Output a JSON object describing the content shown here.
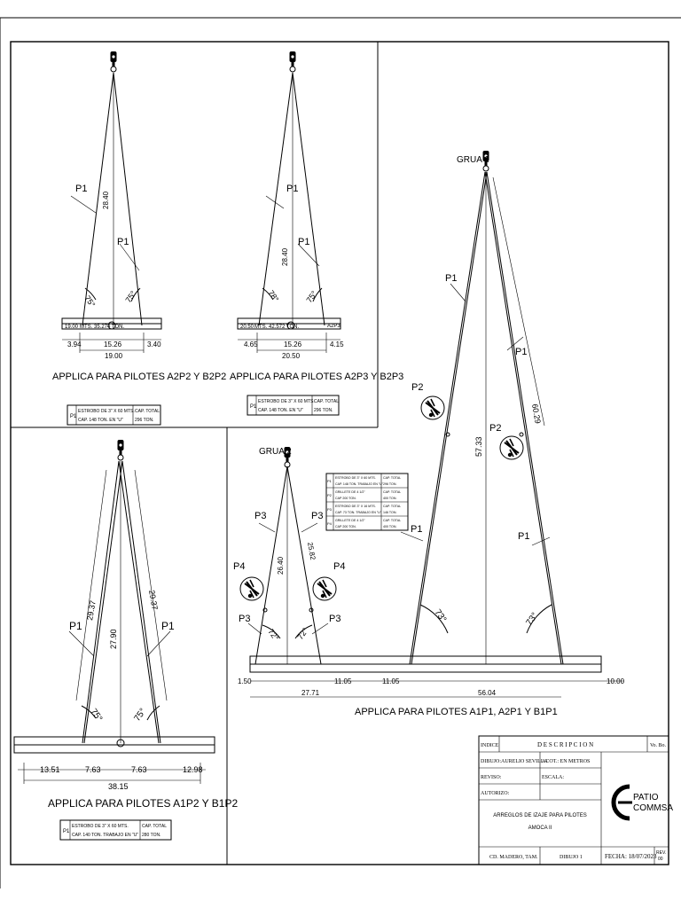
{
  "p1": {
    "title": "APPLICA PARA PILOTES A2P2 Y B2P2",
    "member_left": "P1",
    "member_right": "P1",
    "height": "28.40",
    "angle_left": "75°",
    "angle_right": "75°",
    "load_left": "19.00",
    "load_mid": "MTS. 35.274 TON.",
    "dim_left": "3.94",
    "dim_center": "15.26",
    "dim_right": "3.40",
    "dim_total": "19.00",
    "note": {
      "tag": "P1",
      "desc1": "ESTROBO DE 3\" X 60 MTS.",
      "desc2": "CAP. 148 TON. EN \"U\"",
      "cap1": "CAP. TOTAL",
      "cap2": "296 TON."
    }
  },
  "p2": {
    "title": "APPLICA PARA PILOTES A2P3 Y B2P3",
    "member_left": "P1",
    "member_right": "P1",
    "height": "28.40",
    "angle_left": "78°",
    "angle_right": "75°",
    "load_left": "20.50",
    "load_mid": "MTS. 42.572 TON.",
    "tag_right": "A2P3",
    "dim_left": "4.65",
    "dim_center": "15.26",
    "dim_right": "4.15",
    "dim_total": "20.50",
    "note": {
      "tag": "P1",
      "desc1": "ESTROBO DE 3\" X 60 MTS.",
      "desc2": "CAP. 148 TON. EN \"U\"",
      "cap1": "CAP. TOTAL",
      "cap2": "296 TON."
    }
  },
  "p3": {
    "title": "APPLICA PARA PILOTES A1P2 Y B1P2",
    "member_left": "P1",
    "member_right": "P1",
    "height": "27.90",
    "sling_left": "29.37",
    "sling_right": "29.37",
    "angle_left": "75°",
    "angle_right": "75°",
    "dim_a": "13.51",
    "dim_b": "7.63",
    "dim_c": "7.63",
    "dim_d": "12.98",
    "dim_total": "38.15",
    "note": {
      "tag": "P1",
      "desc1": "ESTROBO DE 3\" X 60 MTS.",
      "desc2": "CAP. 140 TON. TRABAJO EN \"U\"",
      "cap1": "CAP. TOTAL",
      "cap2": "280 TON."
    }
  },
  "p4": {
    "title": "APPLICA PARA PILOTES A1P1, A2P1 Y B1P1",
    "crane1": "GRUA 1",
    "crane2": "GRUA 2",
    "g1_height": "57.33",
    "g1_sling": "60.29",
    "g1_angle_left": "73°",
    "g1_angle_right": "73°",
    "g2_height": "26.40",
    "g2_sling": "25.82",
    "g2_angle_left": "72°",
    "g2_angle_right": "72°",
    "labels": {
      "p1": "P1",
      "p2": "P2",
      "p3": "P3",
      "p4": "P4"
    },
    "dim_a": "1.50",
    "dim_b": "27.71",
    "dim_c": "11.05",
    "dim_d": "11.05",
    "dim_e": "56.04",
    "dim_f": "10.00",
    "notes": [
      {
        "tag": "P1",
        "desc1": "ESTROBO DE 3\" X 60 MTS.",
        "desc2": "CAP. 148 TON. TRABAJO EN \"U\"",
        "cap1": "CAP. TOTAL",
        "cap2": "296 TON."
      },
      {
        "tag": "P2",
        "desc1": "GRILLETE DE 4 1/2\"",
        "desc2": "CAP 200 TON.",
        "cap1": "CAP. TOTAL",
        "cap2": "400 TON."
      },
      {
        "tag": "P3",
        "desc1": "ESTROBO DE 3\" X 16 MTS.",
        "desc2": "CAP. 73 TON. TRABAJO EN \"U\"",
        "cap1": "CAP. TOTAL",
        "cap2": "146 TON."
      },
      {
        "tag": "P4",
        "desc1": "GRILLETE DE 4 1/2\"",
        "desc2": "CAP 200 TON.",
        "cap1": "CAP. TOTAL",
        "cap2": "400 TON."
      }
    ]
  },
  "title_block": {
    "indice": "INDICE",
    "descripcion": "D E S C R I P C I O N",
    "vobo": "Vo. Bo.",
    "dibujo": "DIBUJO:AURELIO SEVILLA",
    "acot": "ACOT.: EN METROS",
    "reviso": "REVISO:",
    "escala": "ESCALA:",
    "autorizo": "AUTORIZO:",
    "project1": "ARREGLOS DE IZAJE PARA PILOTES",
    "project2": "AMOCA II",
    "cd": "CD. MADERO, TAM.",
    "dibujo_no": "DIBUJO 1",
    "fecha": "FECHA: 18/07/2023",
    "rev1": "REV.",
    "rev2": "00",
    "logo1": "PATIO",
    "logo2": "COMMSA"
  }
}
